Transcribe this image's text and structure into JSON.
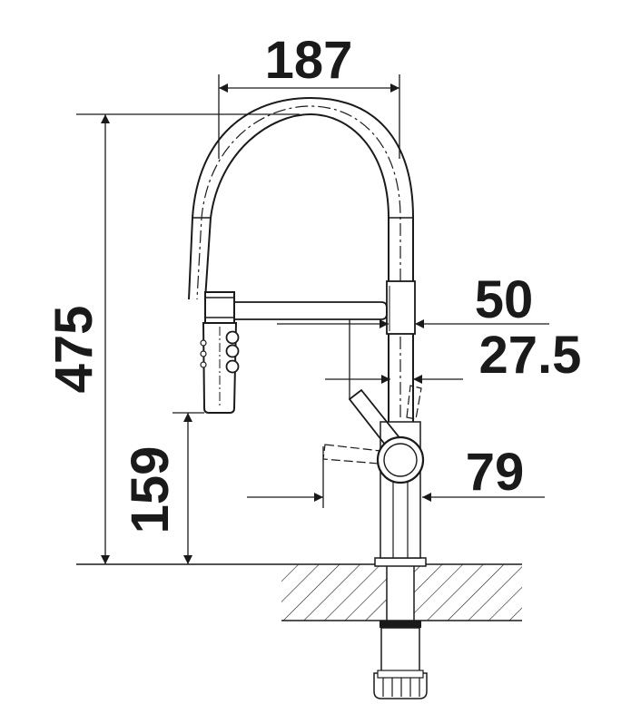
{
  "dimensions": {
    "width": "187",
    "height": "475",
    "spout_height": "159",
    "spout_diameter": "50",
    "body_diameter": "27.5",
    "lever_offset": "79"
  },
  "colors": {
    "line": "#1a1a1a",
    "background": "#ffffff"
  }
}
